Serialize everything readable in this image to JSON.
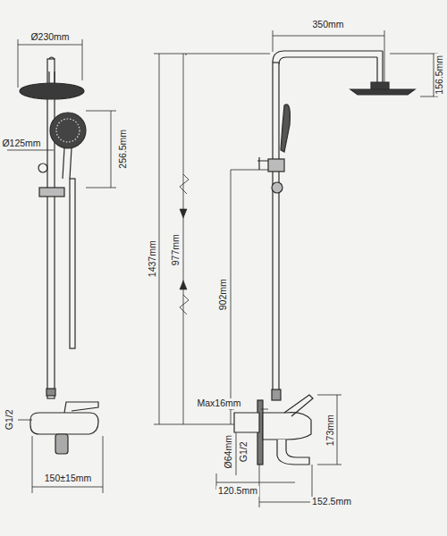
{
  "diagram": {
    "labels": [
      "Ø230mm",
      "Ø125mm",
      "256.5mm",
      "G1/2",
      "150±15mm",
      "350mm",
      "156.5mm",
      "1437mm",
      "977mm",
      "902mm",
      "Max16mm",
      "Ø64mm",
      "G1/2",
      "173mm",
      "120.5mm",
      "152.5mm"
    ]
  }
}
